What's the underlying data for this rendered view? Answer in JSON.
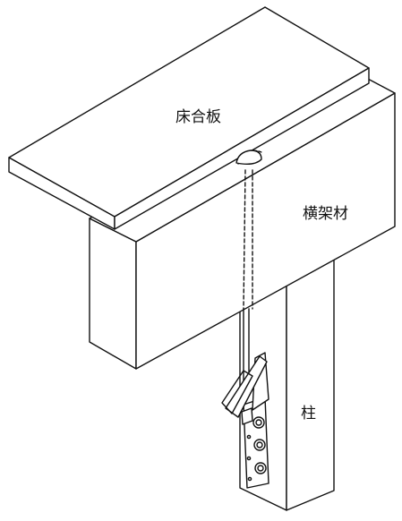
{
  "labels": {
    "floor_panel": "床合板",
    "beam": "横架材",
    "post": "柱"
  },
  "colors": {
    "line": "#111111",
    "fill": "#ffffff"
  }
}
